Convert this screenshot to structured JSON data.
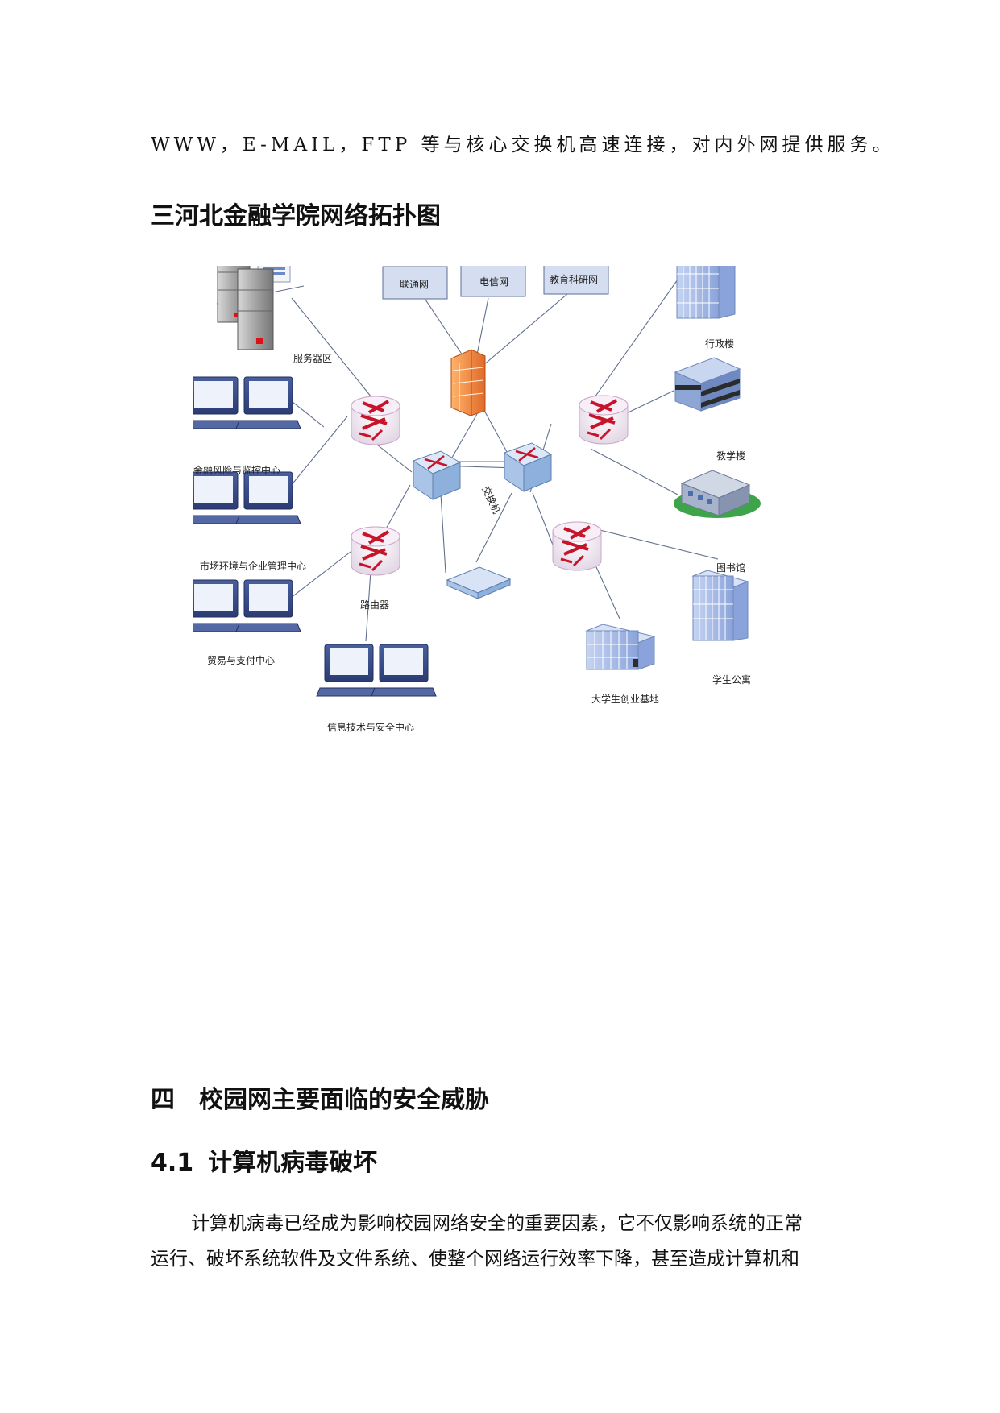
{
  "intro_text": "WWW，E-MAIL，FTP 等与核心交换机高速连接，对内外网提供服务。",
  "diagram_title": "三河北金融学院网络拓扑图",
  "diagram": {
    "isp": [
      "联通网",
      "电信网",
      "教育科研网"
    ],
    "labels": {
      "server": "服务器区",
      "finance": "金融风险与监控中心",
      "market": "市场环境与企业管理中心",
      "trade": "贸易与支付中心",
      "it": "信息技术与安全中心",
      "router": "路由器",
      "switch": "交换机",
      "admin": "行政楼",
      "teach": "教学楼",
      "library": "图书馆",
      "dorm": "学生公寓",
      "startup": "大学生创业基地"
    }
  },
  "section4": {
    "num": "四",
    "title": "校园网主要面临的安全威胁"
  },
  "section41": {
    "num": "4.1",
    "title": "计算机病毒破坏"
  },
  "paragraph": {
    "line1": "计算机病毒已经成为影响校园网络安全的重要因素，它不仅影响系统的正常",
    "line2": "运行、破坏系统软件及文件系统、使整个网络运行效率下降，甚至造成计算机和"
  },
  "colors": {
    "monitor": "#3a4f8f",
    "router": "#c8142a",
    "firewall": "#ee7733",
    "switch": "#a9c4e6",
    "building": "#a8bde6"
  }
}
